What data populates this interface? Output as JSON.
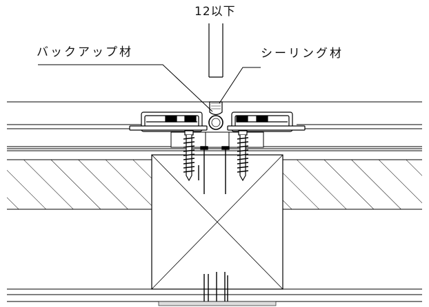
{
  "labels": {
    "joint_width": "12以下",
    "backup_material": "バックアップ材",
    "sealing_material": "シーリング材"
  },
  "colors": {
    "line": "#000000",
    "paper": "#ffffff"
  }
}
